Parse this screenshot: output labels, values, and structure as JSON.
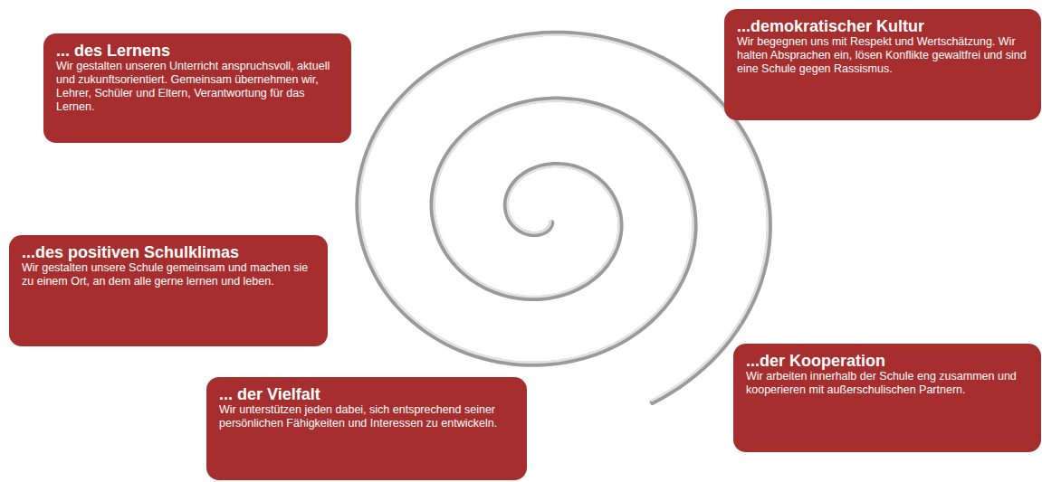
{
  "diagram": {
    "nodes": [
      {
        "text": [
          "... des Lernens",
          "Wir gestalten unseren Unterricht anspruchsvoll, aktuell und zukunftsorientiert. Gemeinsam übernehmen wir, Lehrer, Schüler und Eltern, Verantwortung für das Lernen."
        ]
      },
      {
        "text": [
          "...demokratischer Kultur",
          "Wir begegnen uns mit Respekt und Wertschätzung. Wir halten Absprachen ein, lösen Konflikte gewaltfrei und sind eine Schule gegen Rassismus."
        ]
      },
      {
        "text": [
          "...des positiven Schulklimas",
          "Wir gestalten unsere Schule gemeinsam und machen sie zu einem Ort, an dem alle gerne lernen und leben."
        ]
      },
      {
        "text": [
          "... der Vielfalt",
          "Wir unterstützen jeden dabei, sich entsprechend seiner persönlichen Fähigkeiten und Interessen zu entwickeln."
        ]
      },
      {
        "text": [
          "...der Kooperation",
          "Wir arbeiten innerhalb der Schule eng zusammen und kooperieren mit außerschulischen Partnern."
        ]
      }
    ]
  }
}
